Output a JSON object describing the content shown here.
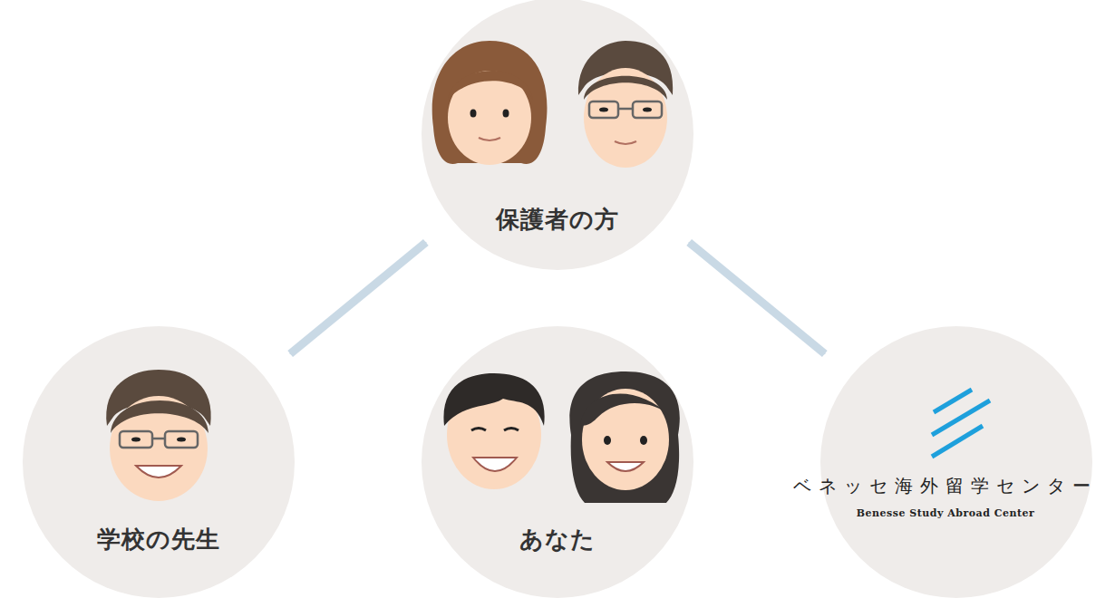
{
  "diagram": {
    "nodes": [
      {
        "text": [
          "保護者の方"
        ]
      },
      {
        "text": [
          "学校の先生"
        ]
      },
      {
        "text": [
          "あなた"
        ]
      },
      {
        "text": [
          "ベネッセ海外留学センター",
          "Benesse Study Abroad Center"
        ]
      }
    ],
    "edges": [
      {
        "from": 0,
        "to": 1,
        "arrow": "both"
      },
      {
        "from": 0,
        "to": 3,
        "arrow": "both"
      }
    ]
  }
}
